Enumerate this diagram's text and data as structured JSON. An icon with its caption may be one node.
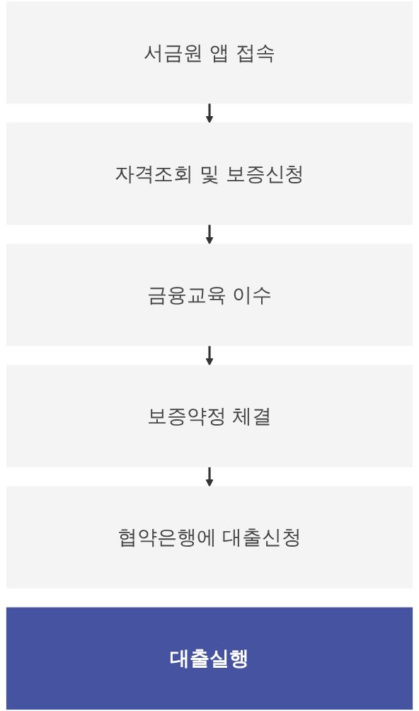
{
  "diagram": {
    "nodes": [
      {
        "text": [
          "서금원 앱 접속"
        ]
      },
      {
        "text": [
          "자격조회 및 보증신청"
        ]
      },
      {
        "text": [
          "금융교육 이수"
        ]
      },
      {
        "text": [
          "보증약정 체결"
        ]
      },
      {
        "text": [
          "협약은행에 대출신청"
        ]
      },
      {
        "text": [
          "대출실행"
        ]
      }
    ],
    "edges": [
      {
        "from": 0,
        "to": 1,
        "arrow": "to"
      },
      {
        "from": 1,
        "to": 2,
        "arrow": "to"
      },
      {
        "from": 2,
        "to": 3,
        "arrow": "to"
      },
      {
        "from": 3,
        "to": 4,
        "arrow": "to"
      }
    ]
  }
}
